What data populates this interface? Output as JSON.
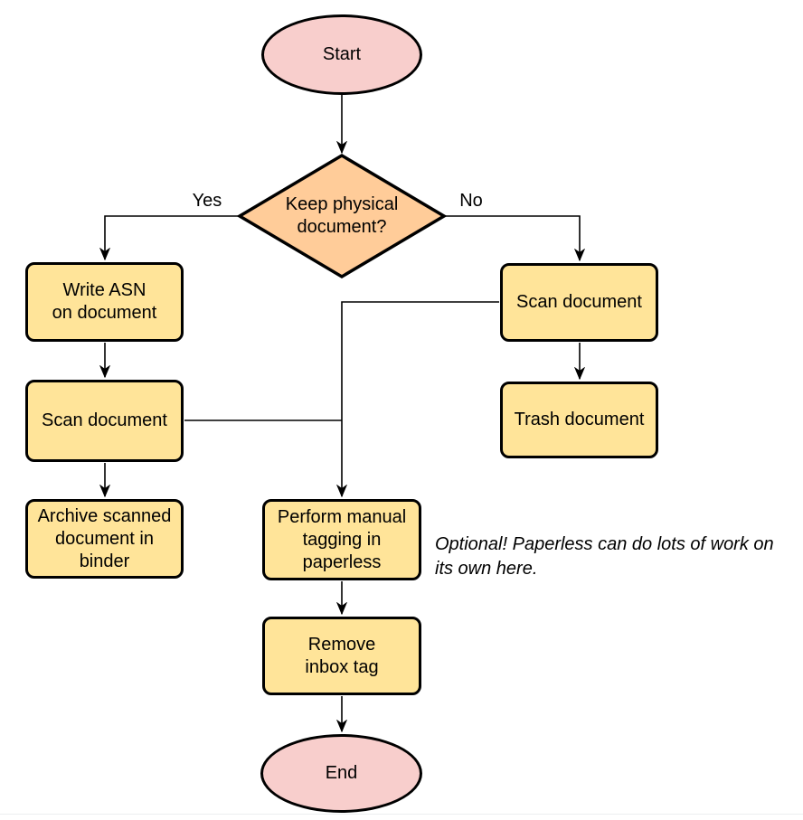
{
  "colors": {
    "terminal_fill": "#f8cecc",
    "decision_fill": "#ffcc99",
    "process_fill": "#ffe499",
    "stroke": "#000000",
    "line": "#000000"
  },
  "nodes": {
    "start": {
      "lines": [
        "Start"
      ]
    },
    "decision": {
      "lines": [
        "Keep physical",
        "document?"
      ]
    },
    "write_asn": {
      "lines": [
        "Write ASN",
        "on document"
      ]
    },
    "scan_left": {
      "lines": [
        "Scan document"
      ]
    },
    "archive": {
      "lines": [
        "Archive scanned",
        "document in",
        "binder"
      ]
    },
    "scan_right": {
      "lines": [
        "Scan document"
      ]
    },
    "trash": {
      "lines": [
        "Trash document"
      ]
    },
    "perform_tagging": {
      "lines": [
        "Perform manual",
        "tagging in",
        "paperless"
      ]
    },
    "remove_inbox": {
      "lines": [
        "Remove",
        "inbox tag"
      ]
    },
    "end": {
      "lines": [
        "End"
      ]
    }
  },
  "edge_labels": {
    "yes": "Yes",
    "no": "No"
  },
  "annotation": {
    "lines": [
      "Optional! Paperless can do lots of work on",
      "its own here."
    ]
  }
}
